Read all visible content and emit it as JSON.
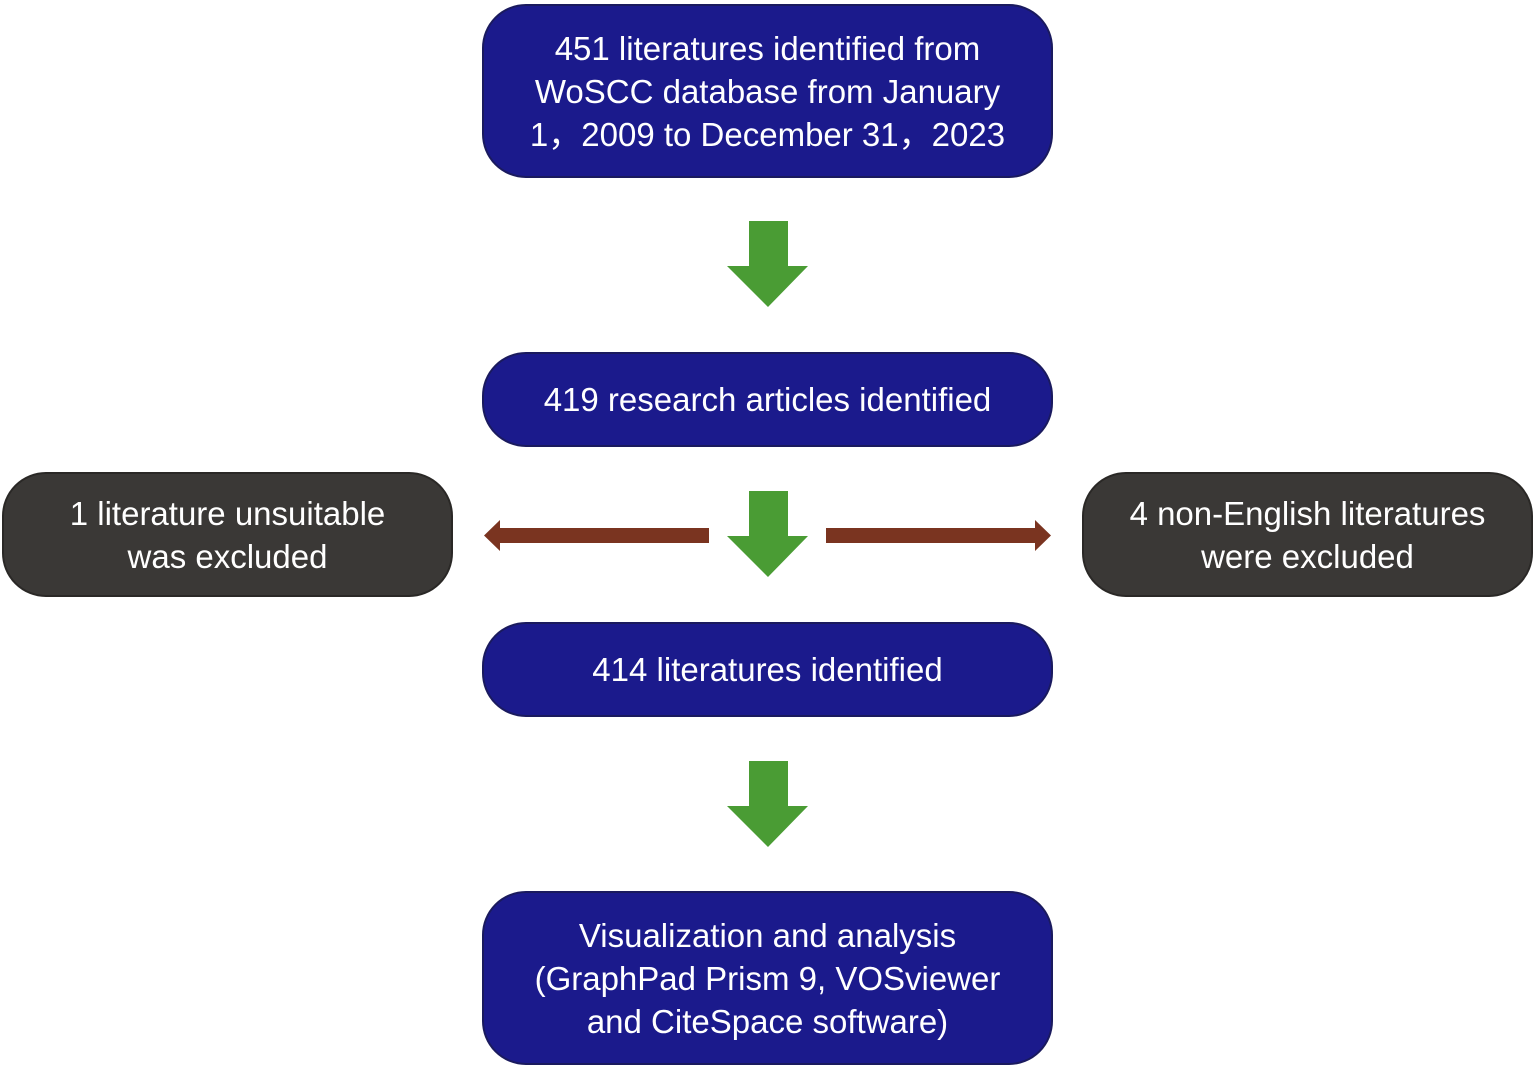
{
  "steps": [
    {
      "text": "451 literatures identified from\nWoSCC database from January\n1，2009 to December 31，2023"
    },
    {
      "text": "419 research articles identified"
    },
    {
      "text": "414 literatures identified"
    },
    {
      "text": "Visualization and analysis\n(GraphPad Prism 9, VOSviewer\nand CiteSpace software)"
    }
  ],
  "exclusions": {
    "left": {
      "text": "1 literature unsuitable\nwas excluded"
    },
    "right": {
      "text": "4 non-English literatures\nwere excluded"
    }
  },
  "colors": {
    "step_box": "#1b1a8c",
    "exclusion_box": "#3a3836",
    "down_arrow": "#4a9c34",
    "side_arrow": "#7a3420"
  }
}
